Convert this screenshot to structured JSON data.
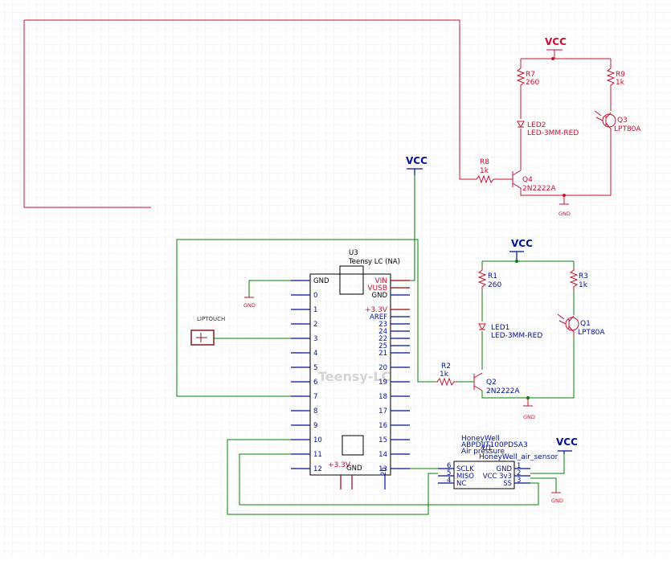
{
  "colors": {
    "wire": "#008000",
    "wire_selected": "#c8102e",
    "component": "#c8102e",
    "text_blue": "#00129a",
    "grid": "#e6e6e6"
  },
  "power": {
    "vcc1": "VCC",
    "vcc2": "VCC",
    "vcc3": "VCC",
    "vcc4": "VCC",
    "gnd1": "GND",
    "gnd2": "GND",
    "gnd3": "GND",
    "gnd4": "GND"
  },
  "components": {
    "r7": {
      "ref": "R7",
      "value": "260"
    },
    "r9": {
      "ref": "R9",
      "value": "1k"
    },
    "led2": {
      "ref": "LED2",
      "value": "LED-3MM-RED"
    },
    "q3": {
      "ref": "Q3",
      "value": "LPT80A"
    },
    "r8": {
      "ref": "R8",
      "value": "1k"
    },
    "q4": {
      "ref": "Q4",
      "value": "2N2222A"
    },
    "r1": {
      "ref": "R1",
      "value": "260"
    },
    "r3": {
      "ref": "R3",
      "value": "1k"
    },
    "led1": {
      "ref": "LED1",
      "value": "LED-3MM-RED"
    },
    "q1": {
      "ref": "Q1",
      "value": "LPT80A"
    },
    "r2": {
      "ref": "R2",
      "value": "1k"
    },
    "q2": {
      "ref": "Q2",
      "value": "2N2222A"
    },
    "u3": {
      "ref": "U3",
      "value": "Teensy LC (NA)",
      "watermark": "Teensy-LC"
    },
    "liptouch": {
      "label": "LIPTOUCH"
    },
    "u1": {
      "brand": "HoneyWell",
      "part": "ABPDJJT100PDSA3",
      "desc": "Air pressure",
      "ref": "U1",
      "value": "HoneyWell_air_sensor"
    }
  },
  "teensy_pins": {
    "left": [
      "GND",
      "0",
      "1",
      "2",
      "3",
      "4",
      "5",
      "6",
      "7",
      "8",
      "9",
      "10",
      "11",
      "12"
    ],
    "right": [
      "VIN",
      "VUSB",
      "GND",
      "+3.3V",
      "AREF",
      "23",
      "24",
      "22",
      "25",
      "21",
      "20",
      "19",
      "18",
      "17",
      "16",
      "15",
      "14",
      "13"
    ],
    "bottom": [
      "+3.3V",
      "GND",
      "26"
    ]
  },
  "sensor_pins": {
    "left": [
      {
        "num": "6",
        "name": "SCLK"
      },
      {
        "num": "5",
        "name": "MISO"
      },
      {
        "num": "4",
        "name": "NC"
      }
    ],
    "right": [
      {
        "num": "1",
        "name": "GND"
      },
      {
        "num": "2",
        "name": "VCC 3v3"
      },
      {
        "num": "3",
        "name": "SS"
      }
    ]
  }
}
